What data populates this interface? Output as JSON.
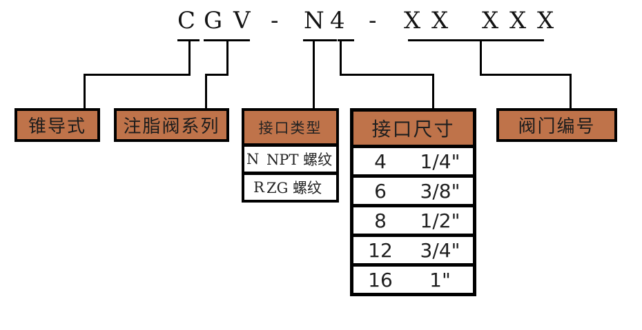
{
  "diagram": {
    "code": {
      "groups": [
        {
          "text": "C"
        },
        {
          "text": "G V"
        },
        {
          "text": "-"
        },
        {
          "text": "N"
        },
        {
          "text": "4"
        },
        {
          "text": "-"
        },
        {
          "text": "X X"
        },
        {
          "text": "X X X"
        }
      ]
    },
    "boxes": {
      "cone_guided": "锥导式",
      "grease_valve_series": "注脂阀系列",
      "port_type": "接口类型",
      "port_size": "接口尺寸",
      "valve_number": "阀门编号"
    },
    "port_type_table": {
      "rows": [
        {
          "code": "N",
          "desc": "NPT 螺纹"
        },
        {
          "code": "R",
          "desc": "ZG 螺纹"
        }
      ]
    },
    "port_size_table": {
      "rows": [
        {
          "code": "4",
          "size": "1/4\""
        },
        {
          "code": "6",
          "size": "3/8\""
        },
        {
          "code": "8",
          "size": "1/2\""
        },
        {
          "code": "12",
          "size": "3/4\""
        },
        {
          "code": "16",
          "size": "1\""
        }
      ]
    },
    "colors": {
      "box_fill": "#BF734A",
      "line": "#000000",
      "background": "#FFFFFF"
    }
  }
}
